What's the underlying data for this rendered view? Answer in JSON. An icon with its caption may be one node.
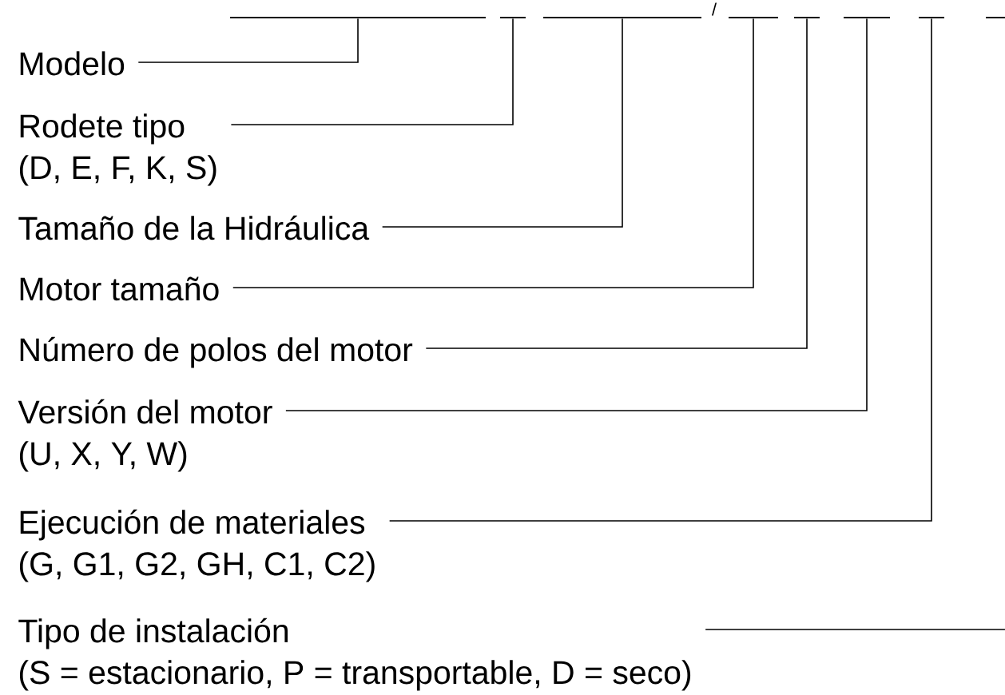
{
  "diagram": {
    "nodes": [
      {
        "text": [
          "Modelo"
        ]
      },
      {
        "text": [
          "Rodete tipo",
          "(D, E, F, K, S)"
        ]
      },
      {
        "text": [
          "Tamaño de la Hidráulica"
        ]
      },
      {
        "text": [
          "Motor tamaño"
        ]
      },
      {
        "text": [
          "Número de polos del motor"
        ]
      },
      {
        "text": [
          "Versión del motor",
          "(U, X, Y, W)"
        ]
      },
      {
        "text": [
          "Ejecución de materiales",
          "(G, G1, G2, GH, C1, C2)"
        ]
      },
      {
        "text": [
          "Tipo de instalación",
          "(S = estacionario,  P = transportable,  D = seco)"
        ]
      },
      {
        "text": [],
        "shape": "bar"
      },
      {
        "text": [],
        "shape": "bar"
      },
      {
        "text": [],
        "shape": "bar"
      },
      {
        "text": [],
        "shape": "bar"
      },
      {
        "text": [],
        "shape": "bar"
      },
      {
        "text": [],
        "shape": "bar"
      },
      {
        "text": [],
        "shape": "bar"
      },
      {
        "text": [],
        "shape": "bar"
      }
    ],
    "edges": [
      {
        "from": 0,
        "to": 8,
        "arrow": "none"
      },
      {
        "from": 1,
        "to": 9,
        "arrow": "none"
      },
      {
        "from": 2,
        "to": 10,
        "arrow": "none"
      },
      {
        "from": 3,
        "to": 11,
        "arrow": "none"
      },
      {
        "from": 4,
        "to": 12,
        "arrow": "none"
      },
      {
        "from": 5,
        "to": 13,
        "arrow": "none"
      },
      {
        "from": 6,
        "to": 14,
        "arrow": "none"
      },
      {
        "from": 7,
        "to": null,
        "arrow": "none"
      }
    ],
    "labels": [
      "/"
    ]
  }
}
